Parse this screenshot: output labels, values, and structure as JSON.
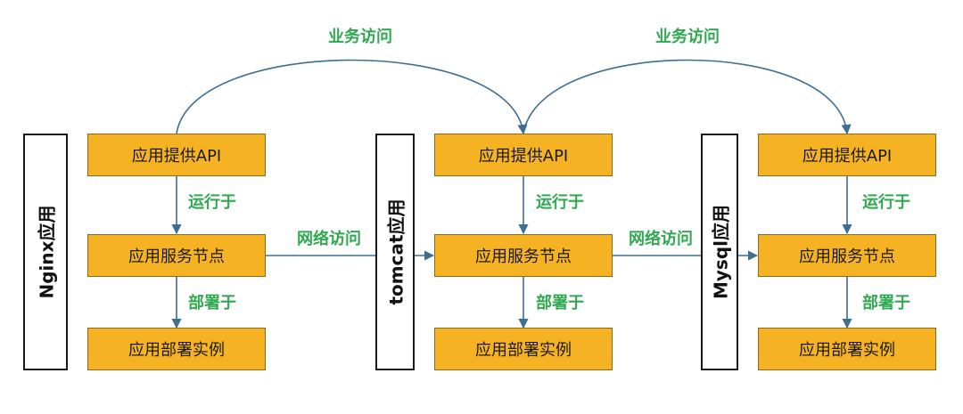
{
  "colors": {
    "box_fill": "#f5b323",
    "box_border": "#8a6a1d",
    "arrow": "#3d6f93",
    "edge_label": "#2fa84f"
  },
  "apps": [
    {
      "name": "Nginx应用",
      "api": "应用提供API",
      "node": "应用服务节点",
      "instance": "应用部署实例",
      "runs_on": "运行于",
      "deployed_on": "部署于"
    },
    {
      "name": "tomcat应用",
      "api": "应用提供API",
      "node": "应用服务节点",
      "instance": "应用部署实例",
      "runs_on": "运行于",
      "deployed_on": "部署于"
    },
    {
      "name": "Mysql应用",
      "api": "应用提供API",
      "node": "应用服务节点",
      "instance": "应用部署实例",
      "runs_on": "运行于",
      "deployed_on": "部署于"
    }
  ],
  "links": {
    "business_1": "业务访问",
    "business_2": "业务访问",
    "network_1": "网络访问",
    "network_2": "网络访问"
  }
}
